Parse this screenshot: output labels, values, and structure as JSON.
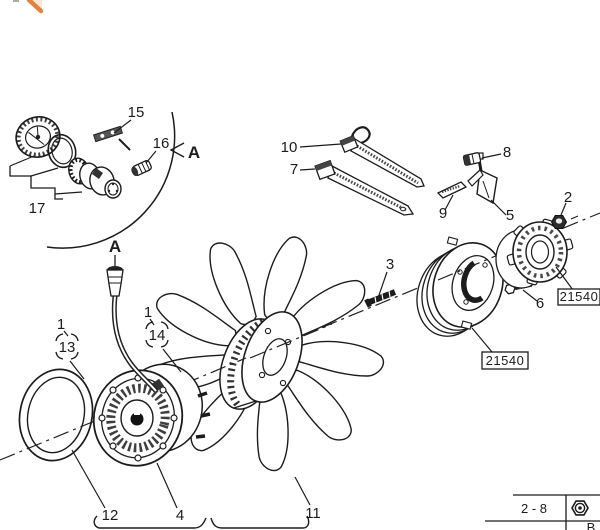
{
  "labels": {
    "qty_1": "1",
    "part_2": "2",
    "part_3": "3",
    "part_4": "4",
    "part_5": "5",
    "part_6": "6",
    "part_7": "7",
    "part_8": "8",
    "part_9": "9",
    "part_10": "10",
    "part_11": "11",
    "part_12": "12",
    "ref_13": "13",
    "ref_14": "14",
    "part_15": "15",
    "part_16": "16",
    "part_17": "17",
    "detail_a": "A",
    "part_number_21540": "21540"
  },
  "footer_table": {
    "page_range": "2 - 8",
    "icon": "nut-icon",
    "next_row_partial": "B"
  },
  "logo": {
    "accent_color": "#e08240"
  }
}
